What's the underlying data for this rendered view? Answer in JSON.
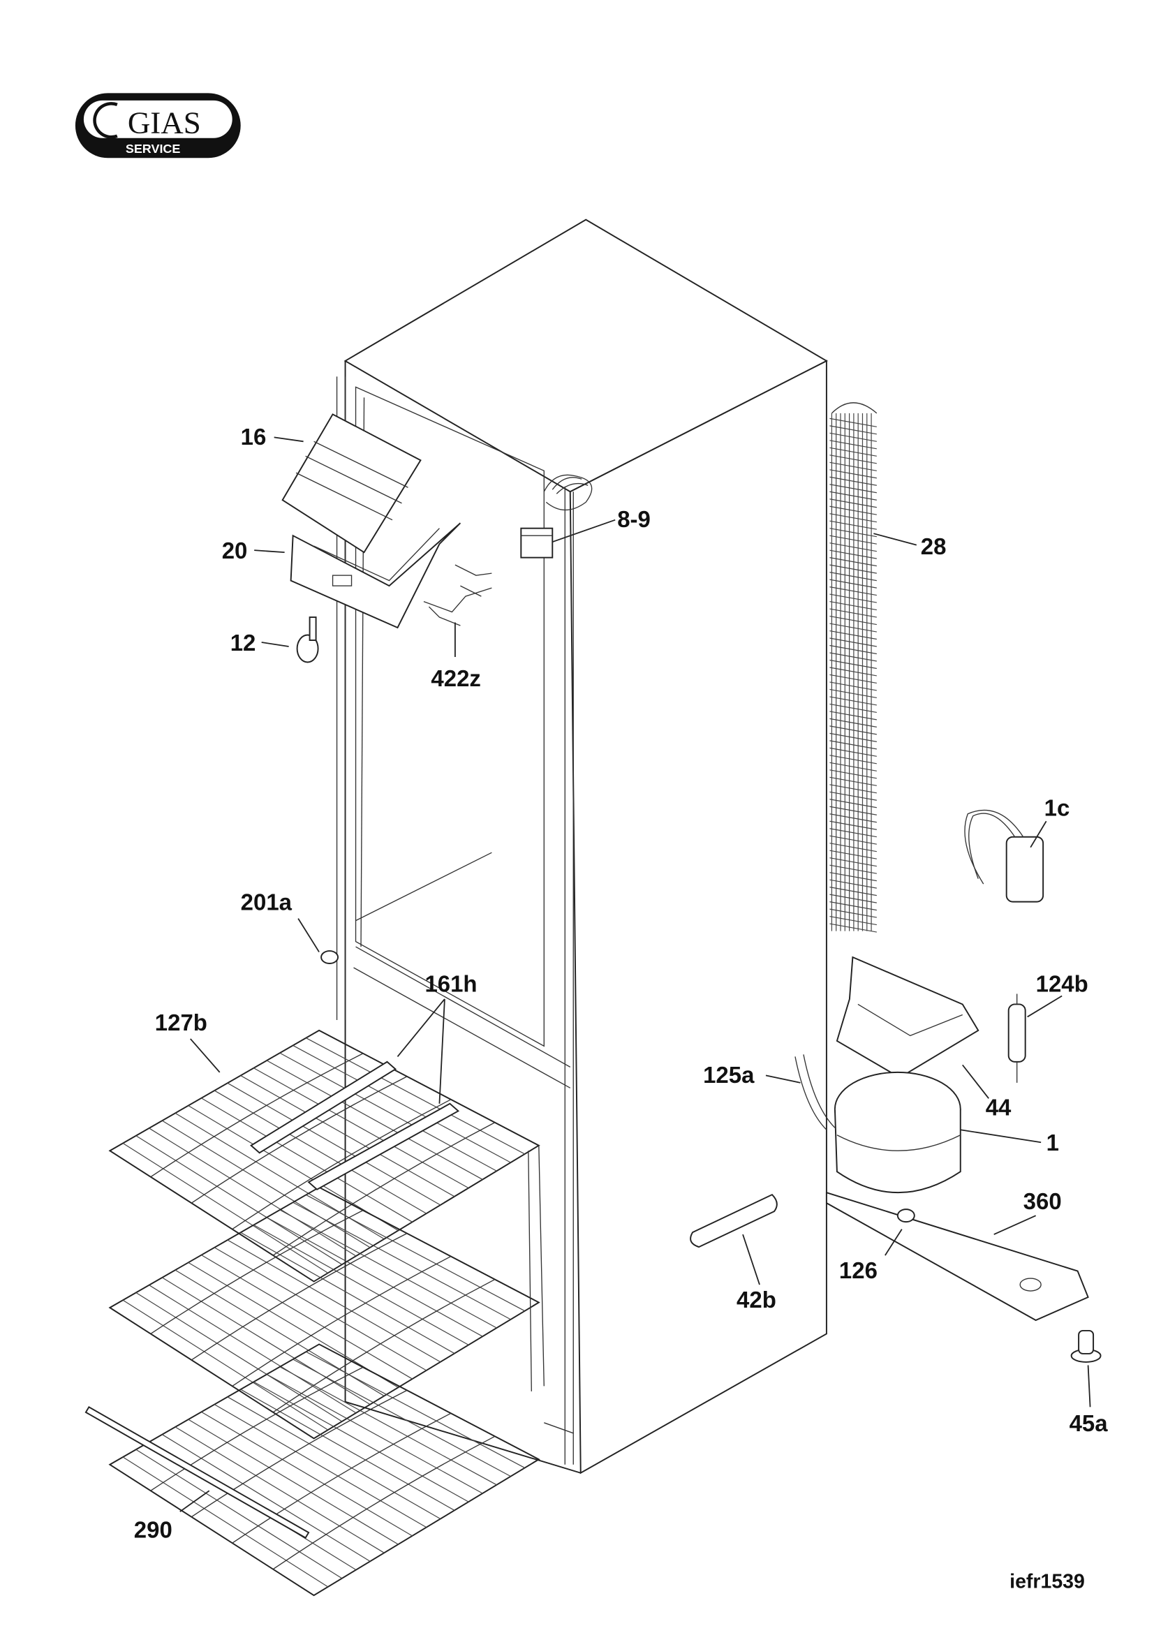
{
  "logo": {
    "main": "GIAS",
    "sub": "SERVICE"
  },
  "drawing_ref": "iefr1539",
  "callouts": [
    {
      "id": "c16",
      "label": "16"
    },
    {
      "id": "c20",
      "label": "20"
    },
    {
      "id": "c12",
      "label": "12"
    },
    {
      "id": "c422z",
      "label": "422z"
    },
    {
      "id": "c89",
      "label": "8-9"
    },
    {
      "id": "c28",
      "label": "28"
    },
    {
      "id": "c1c",
      "label": "1c"
    },
    {
      "id": "c124b",
      "label": "124b"
    },
    {
      "id": "c125a",
      "label": "125a"
    },
    {
      "id": "c44",
      "label": "44"
    },
    {
      "id": "c1",
      "label": "1"
    },
    {
      "id": "c360",
      "label": "360"
    },
    {
      "id": "c126",
      "label": "126"
    },
    {
      "id": "c42b",
      "label": "42b"
    },
    {
      "id": "c45a",
      "label": "45a"
    },
    {
      "id": "c201a",
      "label": "201a"
    },
    {
      "id": "c161h",
      "label": "161h"
    },
    {
      "id": "c127b",
      "label": "127b"
    },
    {
      "id": "c290",
      "label": "290"
    }
  ]
}
